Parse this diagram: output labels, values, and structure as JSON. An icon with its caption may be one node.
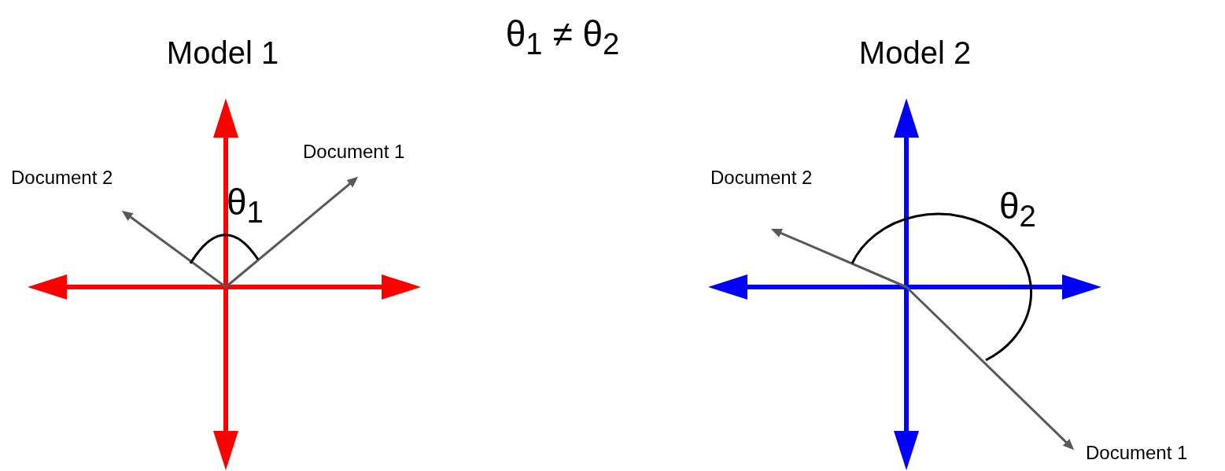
{
  "diagram": {
    "title": "θ$_{1}$ ≠ θ$_{2}$",
    "labels": [
      "Model 1",
      "Document 1",
      "Document 2",
      "θ$_{1}$",
      "Model 2",
      "Document 2",
      "θ$_{2}$",
      "Document 1"
    ]
  }
}
